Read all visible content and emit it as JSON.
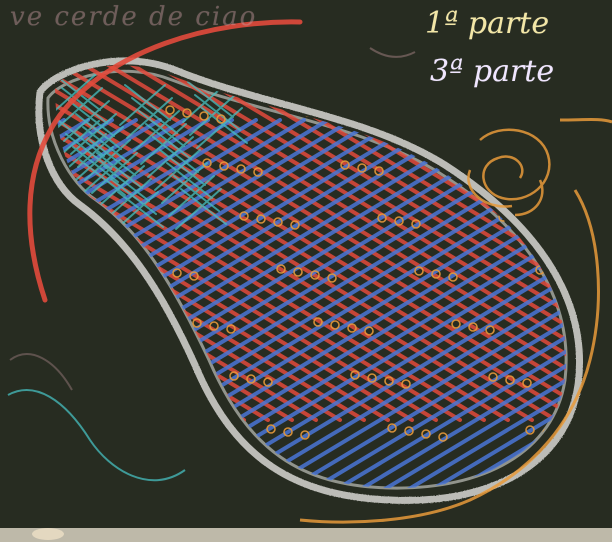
{
  "board": {
    "faded_text": "ve cerde de ciao",
    "label_1": "1ª parte",
    "label_2": "3ª parte"
  },
  "colors": {
    "board": "#262b20",
    "chalk_white": "#d9d9d6",
    "chalk_red": "#e24a3c",
    "chalk_blue": "#4a76d6",
    "chalk_orange": "#e79a3a",
    "chalk_teal": "#47bfc0",
    "chalk_pink": "#c79aa0"
  },
  "icons": {
    "net": "chalk-net-drawing",
    "decor": "chalk-spiral-decoration"
  }
}
